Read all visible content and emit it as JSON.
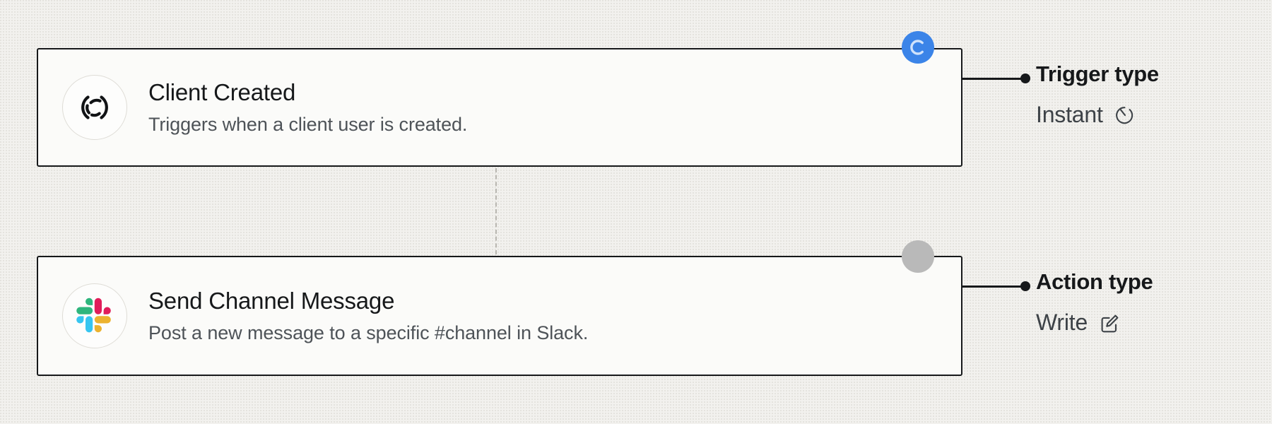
{
  "theme": {
    "background": "#f2f1ee",
    "card_background": "#fbfbf9",
    "card_border": "#16181a",
    "title_color": "#16181a",
    "subtitle_color": "#4e5358",
    "annotation_value_color": "#3d4247",
    "trigger_badge_color": "#3b84e8",
    "action_badge_color": "#b9b9b9",
    "connector_color": "#b9b7b1",
    "slack_cyan": "#36C5F0",
    "slack_green": "#2EB67D",
    "slack_red": "#E01E5A",
    "slack_yellow": "#ECB22E"
  },
  "nodes": [
    {
      "id": "trigger",
      "icon_name": "copilot-brand-icon",
      "title": "Client Created",
      "subtitle": "Triggers when a client user is created.",
      "badge_icon_name": "loading-spinner-c-icon",
      "annotation": {
        "label": "Trigger type",
        "value": "Instant",
        "value_icon_name": "timer-icon"
      }
    },
    {
      "id": "action",
      "icon_name": "slack-logo-icon",
      "title": "Send Channel Message",
      "subtitle": "Post a new message to a specific #channel in Slack.",
      "badge_icon_name": "gray-dot-icon",
      "annotation": {
        "label": "Action type",
        "value": "Write",
        "value_icon_name": "edit-square-pencil-icon"
      }
    }
  ]
}
